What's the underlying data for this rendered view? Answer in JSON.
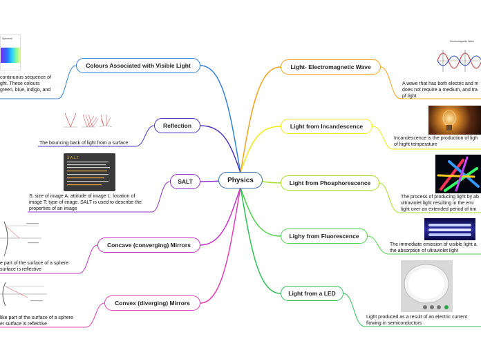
{
  "center": {
    "label": "Physics"
  },
  "right": [
    {
      "label": "Light- Electromagnetic Wave",
      "color": "#f4a11c",
      "note": "A wave that has both electric and m... does not require a medium, and tra... pf light",
      "note_lines": [
        "A wave that has both electric and m",
        "does not require a medium, and tra",
        "pf light"
      ],
      "image": "electromagnetic-wave-diagram",
      "image_text": "Electromagnetic Wave"
    },
    {
      "label": "Light from Incandescence",
      "color": "#f2e81a",
      "note_lines": [
        "Incandescence is the production of ligh",
        "of hight temperature"
      ],
      "image": "light-bulb-photo"
    },
    {
      "label": "Light from Phosphorescence",
      "color": "#a5e02b",
      "note_lines": [
        "The process of producing light by ab",
        "ultraviolet light resulting in the emi",
        "light over an extended period of tim"
      ],
      "image": "glowing-sticks-photo"
    },
    {
      "label": "Lighy from Fluorescence",
      "color": "#4cd34c",
      "note_lines": [
        "The immediate emission of visible light a",
        "the absorption of ultraviolet light"
      ],
      "image": "fluorescent-tubes-photo"
    },
    {
      "label": "Light from a LED",
      "color": "#2fbf57",
      "note_lines": [
        "Light produced as a result of an electric current",
        "flowing in semiconductors"
      ],
      "image": "led-ceiling-light-photo"
    }
  ],
  "left": [
    {
      "label": "Colours Associated with Visible Light",
      "color": "#2f7fd6",
      "note_lines": [
        "continuous sequence of",
        "ght. These colours",
        "green, blue, indigo, and"
      ],
      "image": "spectrum-image",
      "image_text": "Spectrum"
    },
    {
      "label": "Reflection",
      "color": "#4a2fc2",
      "note_lines": [
        "The bouncing back of light from a surface"
      ],
      "image": "reflection-diagram"
    },
    {
      "label": "SALT",
      "color": "#8e2fc9",
      "note_lines": [
        "S: size of image A: attitude of image L: location of",
        "image T: type of image. SALT is used to describe the",
        "properties of an image"
      ],
      "image": "salt-card",
      "image_text": "S.A.L.T"
    },
    {
      "label": "Concave (converging) Mirrors",
      "color": "#c42fc4",
      "note_lines": [
        "e part of the surface of a sphere",
        "surface is reflective"
      ],
      "image": "concave-mirror-diagram"
    },
    {
      "label": "Convex (diverging) Mirrors",
      "color": "#e23fb3",
      "note_lines": [
        "like part of the surface of a sphere",
        "er surface is reflective"
      ],
      "image": "convex-mirror-diagram"
    }
  ]
}
